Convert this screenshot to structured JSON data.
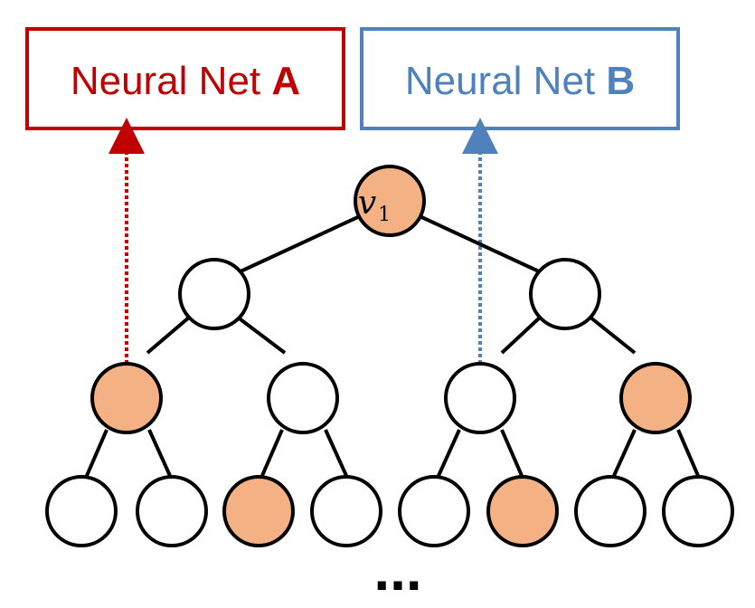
{
  "boxes": {
    "a": {
      "prefix": "Neural Net ",
      "letter": "A",
      "color": "#c00000"
    },
    "b": {
      "prefix": "Neural Net ",
      "letter": "B",
      "color": "#4f81bd"
    }
  },
  "root": {
    "symbol": "v",
    "subscript": "1"
  },
  "continuation": "...",
  "colors": {
    "highlight_fill": "#f4b183",
    "node_fill": "#ffffff",
    "stroke": "#000000"
  },
  "tree": {
    "levels": 4,
    "highlighted_nodes": [
      "root",
      "l2-1",
      "l2-4",
      "l3-3",
      "l3-6"
    ]
  }
}
